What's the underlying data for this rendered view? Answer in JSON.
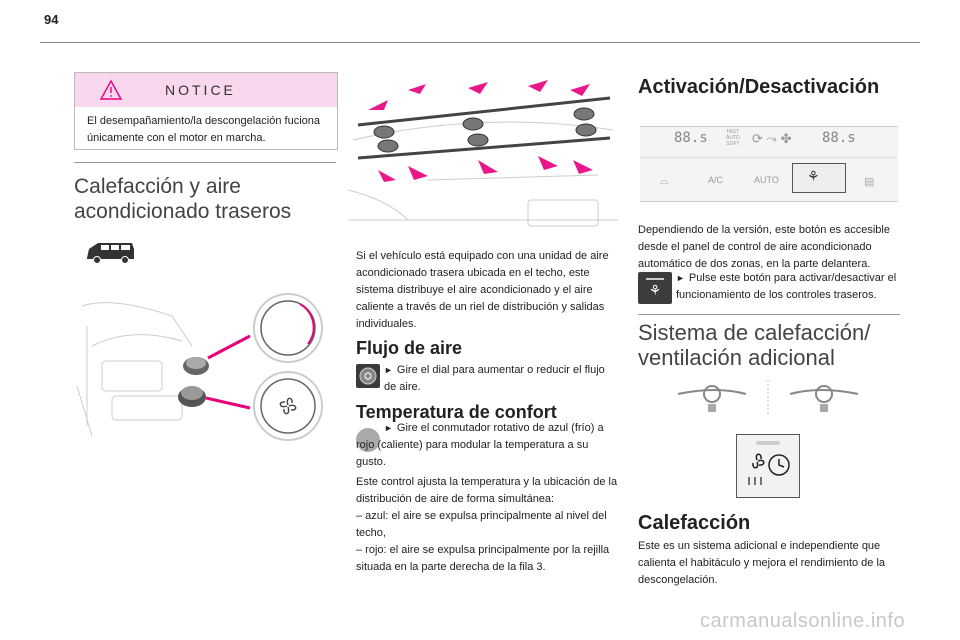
{
  "page": {
    "number": "94"
  },
  "notice": {
    "title": "NOTICE",
    "text": "El desempañamiento/la descongelación fuciona únicamente con el motor en marcha."
  },
  "rear_ac": {
    "title_line1": "Calefacción y aire",
    "title_line2": "acondicionado traseros",
    "intro": "Si el vehículo está equipado con una unidad de aire acondicionado trasera ubicada en el techo, este sistema distribuye el aire acondicionado y el aire caliente a través de un riel de distribución y salidas individuales."
  },
  "airflow": {
    "title": "Flujo de aire",
    "instruction": "Gire el dial para aumentar o reducir el flujo de aire."
  },
  "comfort": {
    "title": "Temperatura de confort",
    "instruction": "Gire el conmutador rotativo de azul (frío) a rojo (caliente) para modular la temperatura a su gusto.",
    "line1": "Este control ajusta la temperatura y la ubicación de la distribución de aire de forma simultánea:",
    "line2": "– azul: el aire se expulsa principalmente al nivel del techo,",
    "line3": "– rojo: el aire se expulsa principalmente por la rejilla situada en la parte derecha de la fila 3."
  },
  "activation": {
    "title": "Activación/Desactivación",
    "panel": {
      "temp_left": "88.s",
      "temp_right": "88.s",
      "fast_label": "FAST",
      "auto_label": "AUTO",
      "soft_label": "SOFT",
      "ac_label": "A/C",
      "auto_button": "AUTO"
    },
    "text": "Dependiendo de la versión, este botón es accesible desde el panel de control de aire acondicionado automático de dos zonas, en la parte delantera.",
    "instruction": "Pulse este botón para activar/desactivar el funcionamiento de los controles traseros."
  },
  "additional": {
    "title_line1": "Sistema de calefacción/",
    "title_line2": "ventilación adicional"
  },
  "heating": {
    "title": "Calefacción",
    "text": "Este es un sistema adicional e independiente que calienta el habitáculo y mejora el rendimiento de la descongelación."
  },
  "footer": {
    "watermark": "carmanualsonline.info"
  },
  "colors": {
    "accent": "#e6007e",
    "notice_bg": "#f9d7ef"
  }
}
